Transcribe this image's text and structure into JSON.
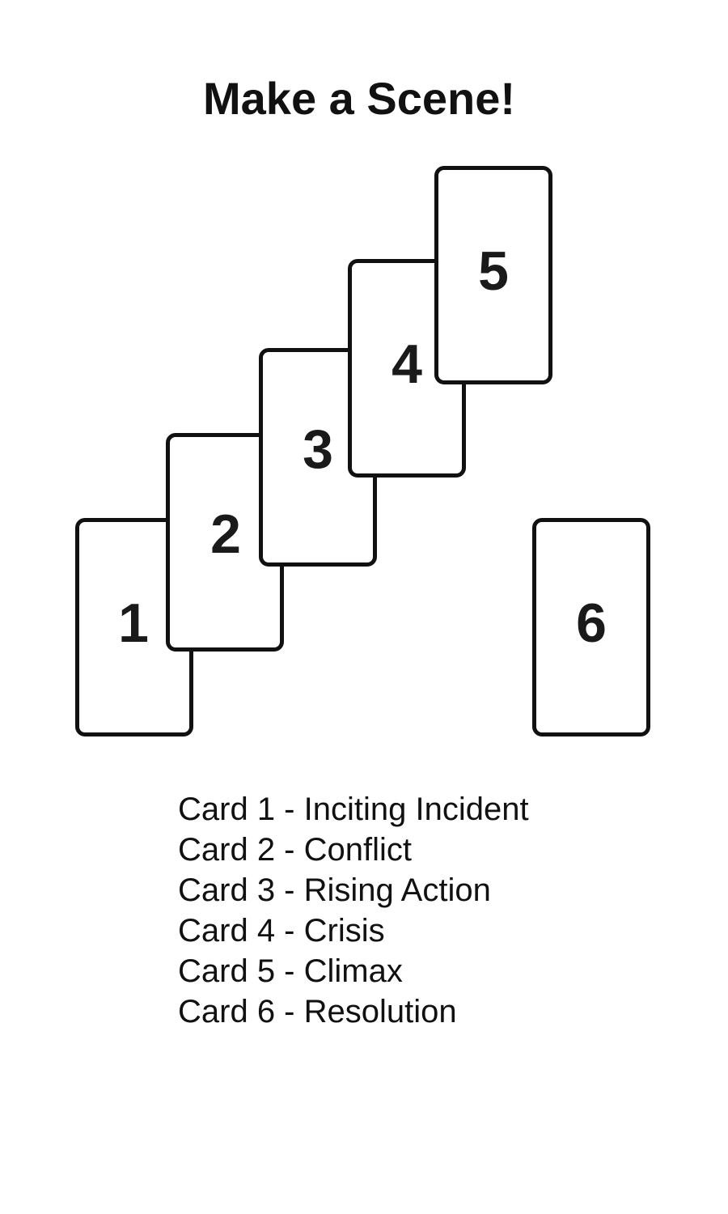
{
  "title": "Make a Scene!",
  "cards": [
    {
      "number": "1"
    },
    {
      "number": "2"
    },
    {
      "number": "3"
    },
    {
      "number": "4"
    },
    {
      "number": "5"
    },
    {
      "number": "6"
    }
  ],
  "legend": [
    "Card 1 - Inciting Incident",
    "Card 2 - Conflict",
    "Card 3 - Rising Action",
    "Card 4 - Crisis",
    "Card 5 - Climax",
    "Card 6 - Resolution"
  ]
}
